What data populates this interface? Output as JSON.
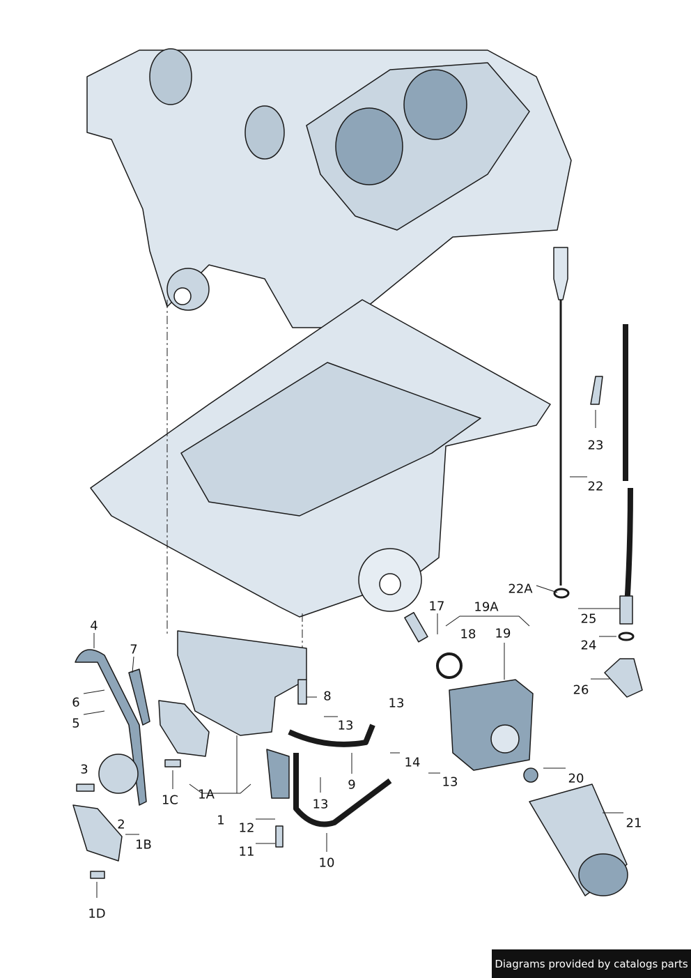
{
  "labels": [
    "4",
    "7",
    "6",
    "5",
    "3",
    "2",
    "1B",
    "1D",
    "1C",
    "1A",
    "1",
    "8",
    "12",
    "11",
    "10",
    "13",
    "13",
    "13",
    "13",
    "9",
    "14",
    "17",
    "18",
    "19A",
    "19",
    "20",
    "21",
    "22",
    "22A",
    "23",
    "24",
    "25",
    "26"
  ],
  "footer": "Diagrams provided by catalogs parts",
  "colors": {
    "part_fill": "#dde6ee",
    "part_shade": "#a9bccb",
    "outline": "#1a1a1a",
    "footer_bg": "#111111"
  }
}
